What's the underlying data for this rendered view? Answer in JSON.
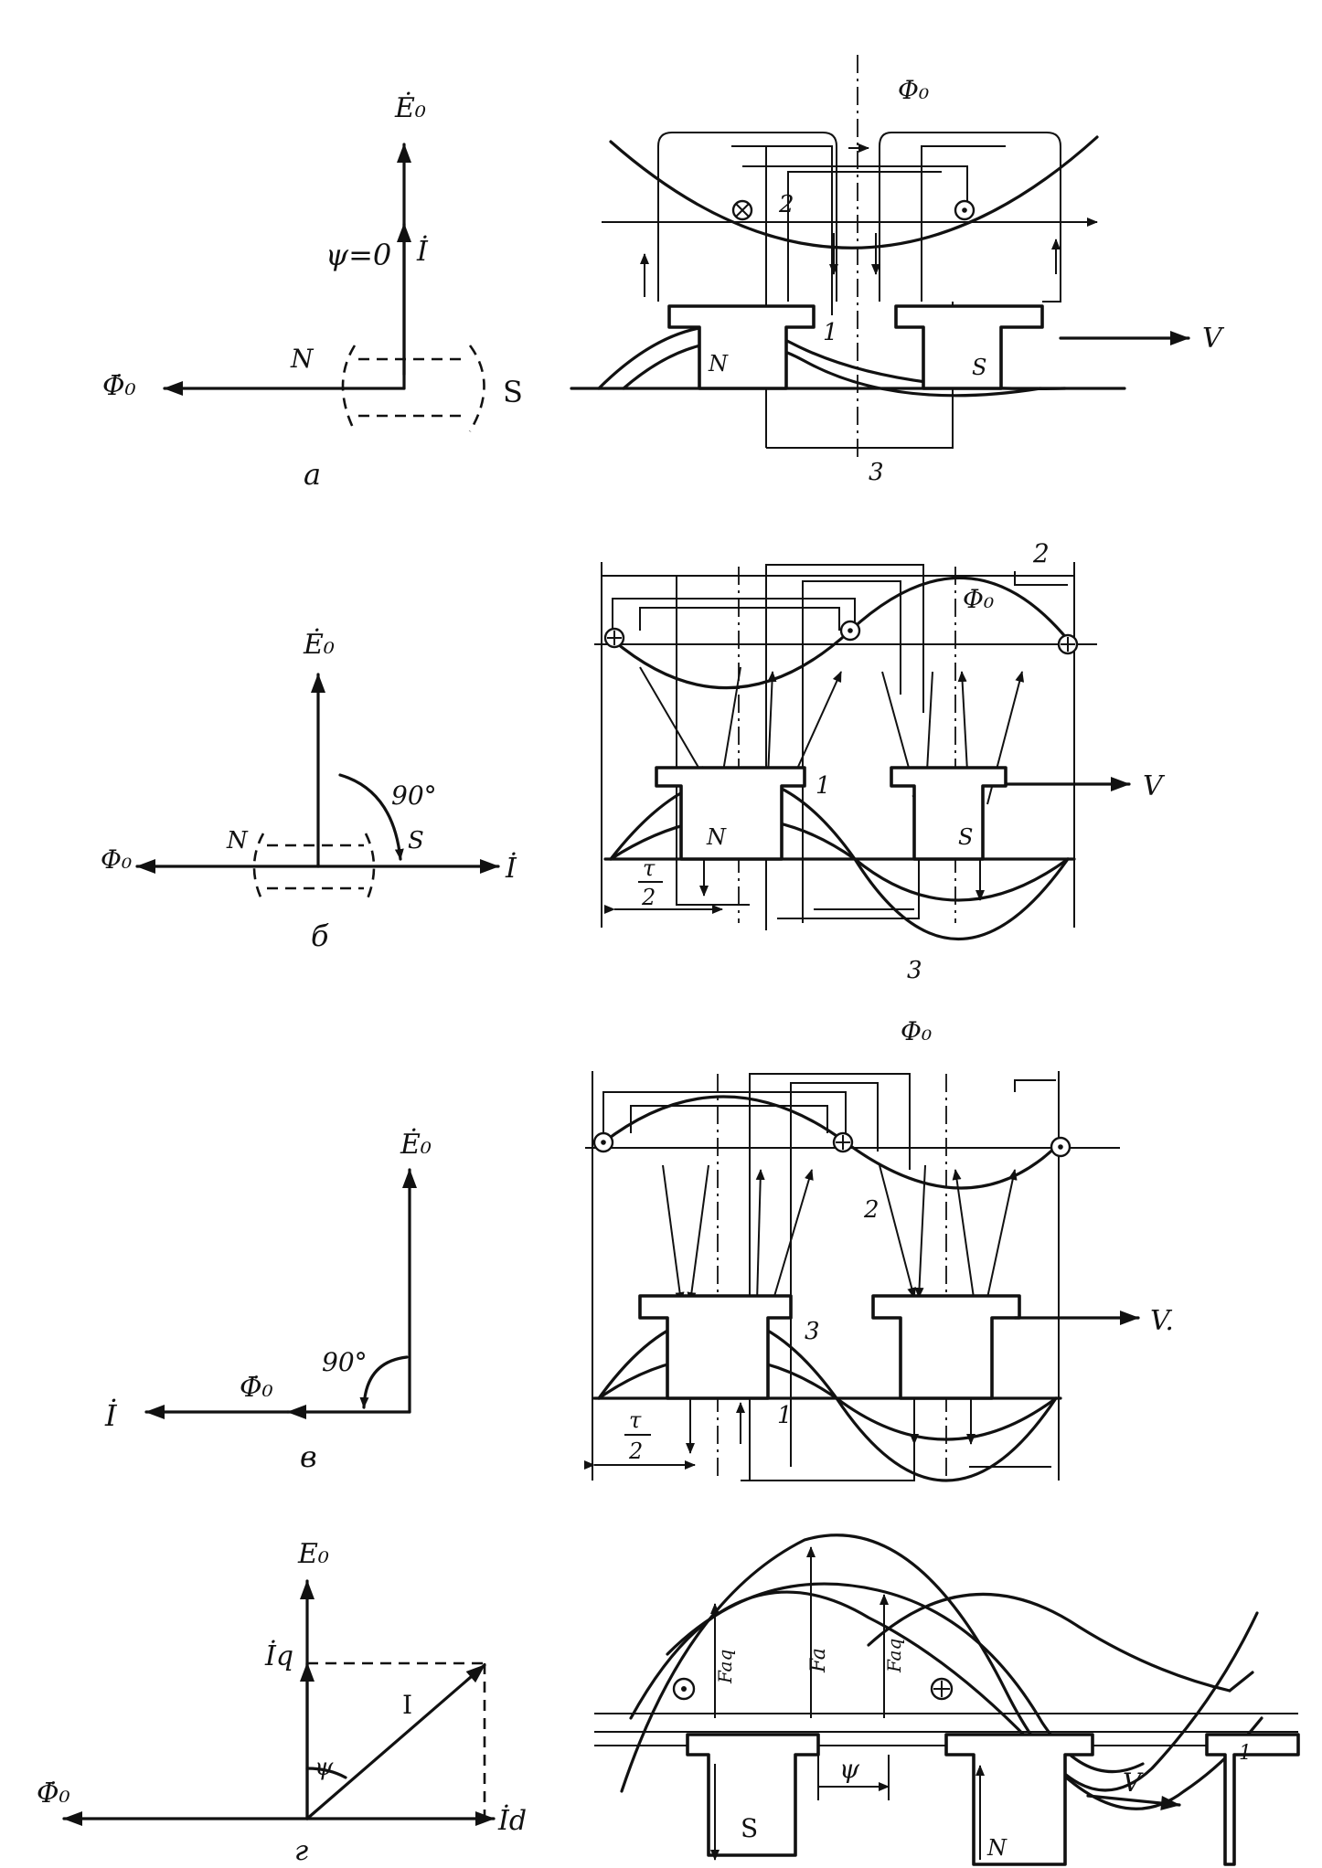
{
  "panel_a": {
    "vector": {
      "e0": "Ė₀",
      "i": "İ",
      "phi0": "Φ̇₀",
      "psi": "ψ=0",
      "n": "N",
      "s": "S",
      "letter": "а"
    },
    "machine": {
      "phi0": "Φ₀",
      "n": "N",
      "s": "S",
      "v": "V",
      "num1": "1",
      "num2": "2",
      "num3": "3"
    }
  },
  "panel_b": {
    "vector": {
      "e0": "Ė₀",
      "i": "İ",
      "phi0": "Φ₀",
      "angle": "90°",
      "n": "N",
      "s": "S",
      "letter": "б"
    },
    "machine": {
      "phi0": "Φ₀",
      "n": "N",
      "s": "S",
      "v": "V",
      "num1": "1",
      "num2": "2",
      "num3": "3",
      "tau_top": "τ",
      "tau_bottom": "2"
    }
  },
  "panel_c": {
    "vector": {
      "e0": "Ė₀",
      "i": "İ",
      "phi0": "Φ̇₀",
      "angle": "90°",
      "letter": "в"
    },
    "machine": {
      "phi0": "Φ₀",
      "v": "V.",
      "num1": "1",
      "num2": "2",
      "num3": "3",
      "tau_top": "τ",
      "tau_bottom": "2"
    }
  },
  "panel_d": {
    "vector": {
      "e0": "E₀",
      "iq": "İq",
      "i": "I",
      "psi": "ψ",
      "phi0": "Φ̇₀",
      "id": "İd",
      "letter": "г"
    },
    "machine": {
      "faq_left": "Faq",
      "fa": "Fa",
      "faq_right": "Faq",
      "psi": "ψ",
      "v": "V",
      "s": "S",
      "n": "N",
      "num1": "1"
    }
  }
}
